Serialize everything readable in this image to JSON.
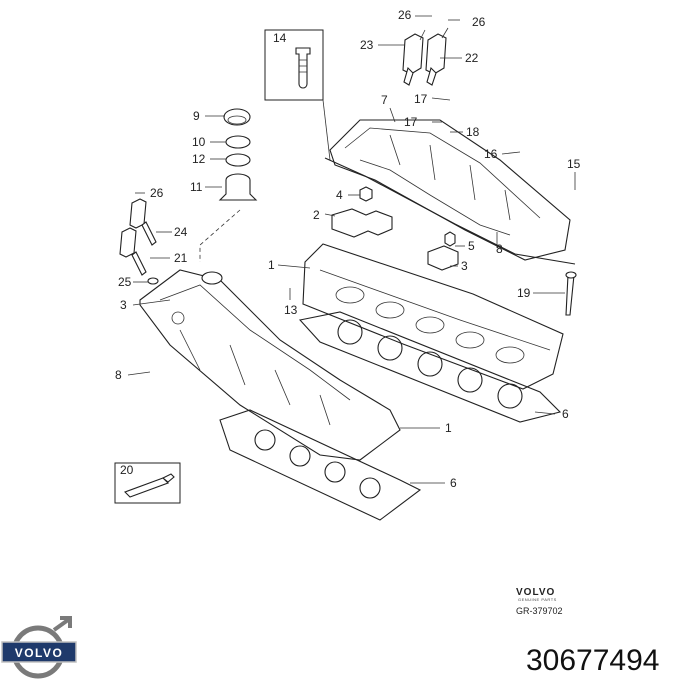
{
  "diagram": {
    "callouts": [
      {
        "id": "c26a",
        "label": "26"
      },
      {
        "id": "c26b",
        "label": "26"
      },
      {
        "id": "c23",
        "label": "23"
      },
      {
        "id": "c22",
        "label": "22"
      },
      {
        "id": "c14",
        "label": "14"
      },
      {
        "id": "c7",
        "label": "7"
      },
      {
        "id": "c17a",
        "label": "17"
      },
      {
        "id": "c17b",
        "label": "17"
      },
      {
        "id": "c18",
        "label": "18"
      },
      {
        "id": "c16",
        "label": "16"
      },
      {
        "id": "c15",
        "label": "15"
      },
      {
        "id": "c9",
        "label": "9"
      },
      {
        "id": "c10",
        "label": "10"
      },
      {
        "id": "c12",
        "label": "12"
      },
      {
        "id": "c11",
        "label": "11"
      },
      {
        "id": "c26c",
        "label": "26"
      },
      {
        "id": "c24",
        "label": "24"
      },
      {
        "id": "c21",
        "label": "21"
      },
      {
        "id": "c25",
        "label": "25"
      },
      {
        "id": "c3a",
        "label": "3"
      },
      {
        "id": "c4",
        "label": "4"
      },
      {
        "id": "c2",
        "label": "2"
      },
      {
        "id": "c1a",
        "label": "1"
      },
      {
        "id": "c13",
        "label": "13"
      },
      {
        "id": "c5",
        "label": "5"
      },
      {
        "id": "c3b",
        "label": "3"
      },
      {
        "id": "c8a",
        "label": "8"
      },
      {
        "id": "c19",
        "label": "19"
      },
      {
        "id": "c8b",
        "label": "8"
      },
      {
        "id": "c6a",
        "label": "6"
      },
      {
        "id": "c1b",
        "label": "1"
      },
      {
        "id": "c6b",
        "label": "6"
      },
      {
        "id": "c20",
        "label": "20"
      }
    ],
    "brand_badge": "VOLVO",
    "brand_tagline": "GENUINE PARTS",
    "reference_code": "GR-379702"
  },
  "logo": {
    "brand": "VOLVO"
  },
  "part_number": "30677494"
}
